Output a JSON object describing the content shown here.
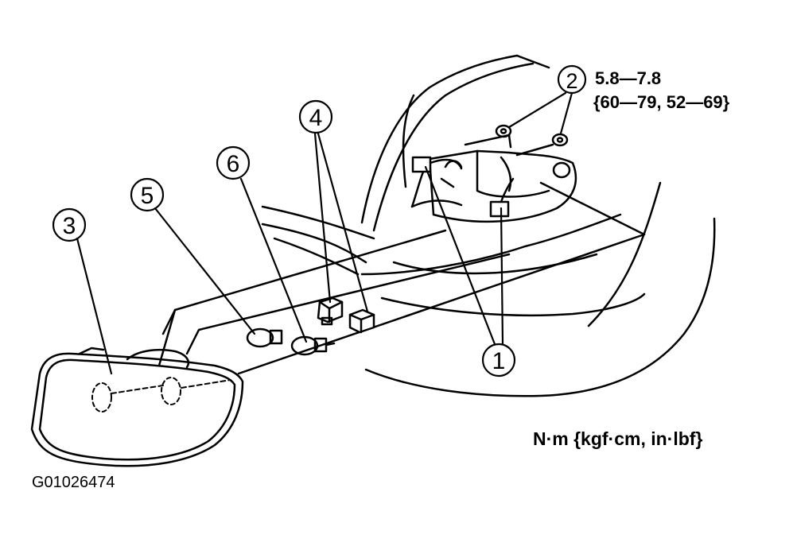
{
  "callouts": [
    {
      "number": "1"
    },
    {
      "number": "2"
    },
    {
      "number": "3"
    },
    {
      "number": "4"
    },
    {
      "number": "5"
    },
    {
      "number": "6"
    }
  ],
  "torque": {
    "value": "5.8—7.8",
    "alt_values": "{60—79, 52—69}"
  },
  "units": "N·m {kgf·cm, in·lbf}",
  "figure_id": "G01026474",
  "colors": {
    "line": "#000000",
    "background": "#ffffff"
  }
}
